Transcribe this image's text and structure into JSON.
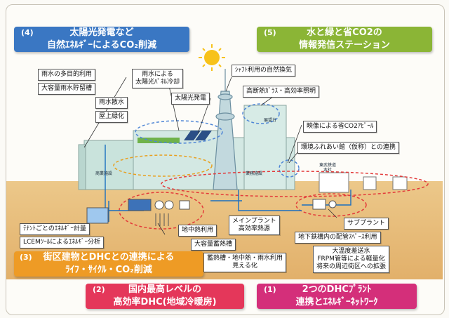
{
  "headers": {
    "h4": {
      "num": "(4)",
      "line1": "太陽光発電など",
      "line2": "自然ｴﾈﾙｷﾞｰによるCO₂削減",
      "color": "#3a77c3"
    },
    "h5": {
      "num": "(5)",
      "line1": "水と緑と省CO2の",
      "line2": "情報発信ステーション",
      "color": "#8bb536"
    },
    "h3": {
      "num": "(3)",
      "line1": "街区建物とDHCとの連携による",
      "line2": "ﾗｲﾌ・ｻｲｸﾙ・CO₂削減",
      "color": "#ee9b25"
    },
    "h2": {
      "num": "(2)",
      "line1": "国内最高レベルの",
      "line2": "高効率DHC(地域冷暖房)",
      "color": "#e4375a"
    },
    "h1": {
      "num": "(1)",
      "line1": "2つのDHCﾌﾟﾗﾝﾄ",
      "line2": "連携とｴﾈﾙｷﾞｰﾈｯﾄﾜｰｸ",
      "color": "#d42f7a"
    }
  },
  "labels": {
    "rain_multi": "雨水の多目的利用",
    "rain_tank": "大容量雨水貯留槽",
    "rain_solar": "雨水による\n太陽光ﾊﾟﾈﾙ冷却",
    "solar_gen": "太陽光発電",
    "rain_sprinkle": "雨水散水",
    "roof_green": "屋上緑化",
    "shaft_vent": "ｼｬﾌﾄ利用の自然換気",
    "hi_glass": "高断熱ｶﾞﾗｽ・高効率照明",
    "video_co2": "映像による省CO2ｱﾋﾟｰﾙ",
    "env_link": "環境ふれあい館（仮称）との連携",
    "tenant": "ﾃﾅﾝﾄごとのｴﾈﾙｷﾞｰ計量",
    "lcem": "LCEMﾂｰﾙによるｴﾈﾙｷﾞｰ分析",
    "geothermal": "地中熱利用",
    "heat_storage": "大容量蓄熱槽",
    "main_plant": "メインプラント\n高効率熱源",
    "visualize": "蓄熱槽・地中熱・雨水利用\n見える化",
    "sub_plant": "サブプラント",
    "underground_space": "地下鉄構内の配管ｽﾍﾟｰｽ利用",
    "large_temp": "大温度差送水\nFRPM管等による軽量化\n将来の周辺街区への拡張",
    "tobu": "東武鉄道\n本社"
  },
  "building_tags": {
    "store": "商業施設",
    "office": "業務施設",
    "plant_room": "展望台"
  },
  "colors": {
    "sun": "#f7c21a",
    "ground": "#e2b06a",
    "pipe_blue": "#1b6fc0",
    "dash_red": "#e33a3a",
    "dash_blue": "#4f86d6"
  }
}
